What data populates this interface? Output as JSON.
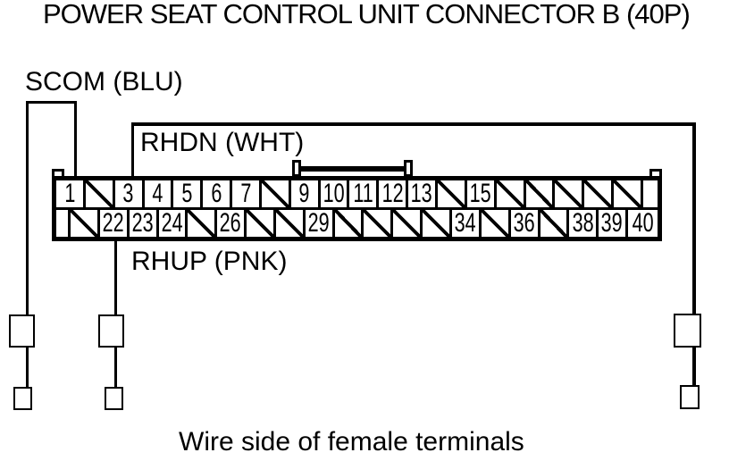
{
  "title": "POWER SEAT CONTROL UNIT CONNECTOR B (40P)",
  "caption": "Wire side of female terminals",
  "colors": {
    "line": "#000000",
    "background": "#ffffff"
  },
  "wires": [
    {
      "id": "scom",
      "label": "SCOM (BLU)",
      "pin": 1
    },
    {
      "id": "rhdn",
      "label": "RHDN (WHT)",
      "pin": 3
    },
    {
      "id": "rhup",
      "label": "RHUP (PNK)",
      "pin": 22
    }
  ],
  "connector": {
    "designation": "B (40P)",
    "pin_count": 40,
    "top_row": [
      "1",
      "/",
      "3",
      "4",
      "5",
      "6",
      "7",
      "/",
      "9",
      "10",
      "11",
      "12",
      "13",
      "/",
      "15",
      "/",
      "/",
      "/",
      "/",
      "/"
    ],
    "bottom_row": [
      "/",
      "22",
      "23",
      "24",
      "/",
      "26",
      "/",
      "/",
      "29",
      "/",
      "/",
      "/",
      "/",
      "34",
      "/",
      "36",
      "/",
      "38",
      "39",
      "40"
    ],
    "slash_means": "unused cavity"
  }
}
